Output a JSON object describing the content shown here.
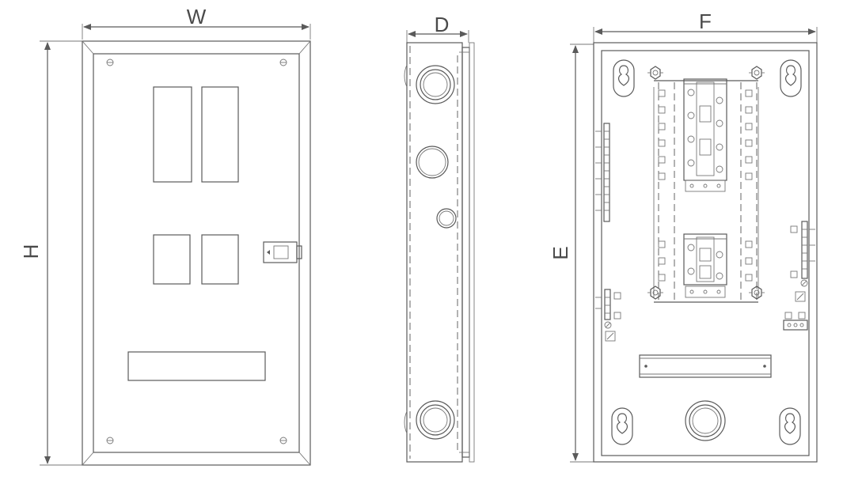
{
  "diagram": {
    "labels": {
      "width": "W",
      "height": "H",
      "depth": "D",
      "inner_width": "F",
      "inner_height": "E"
    },
    "colors": {
      "line": "#5a5a5a",
      "label": "#4a4a4a",
      "background": "#ffffff"
    },
    "icons": [
      "screw-icon",
      "knockout-icon",
      "breaker-icon",
      "terminal-block-icon",
      "lock-icon",
      "ground-icon"
    ]
  }
}
